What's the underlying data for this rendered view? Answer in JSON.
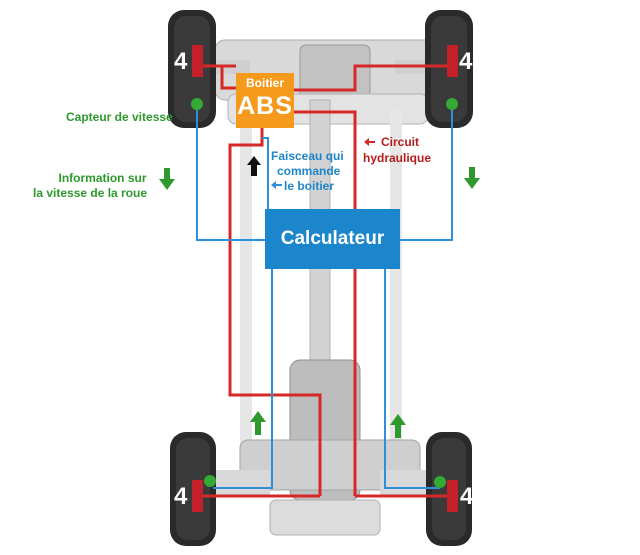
{
  "labels": {
    "abs_small": "Boitier",
    "abs_big": "ABS",
    "calculateur": "Calculateur",
    "capteur_vitesse": "Capteur de vitesse",
    "information_vitesse_line1": "Information sur",
    "information_vitesse_line2": "la vitesse de la roue",
    "faisceau_line1": "Faisceau qui",
    "faisceau_line2": "commande",
    "faisceau_line3": "le boitier",
    "circuit_line1": "Circuit",
    "circuit_line2": "hydraulique"
  },
  "wheel_numbers": [
    "4",
    "4",
    "4",
    "4"
  ],
  "colors": {
    "hydraulic": "#d62828",
    "sensor_wire": "#2f8fd8",
    "arrow_green": "#2e9a2e",
    "abs_box": "#f59a1c",
    "calculateur_box": "#1c86cc",
    "sensor_dot": "#33aa33",
    "wheel_hub": "#c4202a"
  }
}
